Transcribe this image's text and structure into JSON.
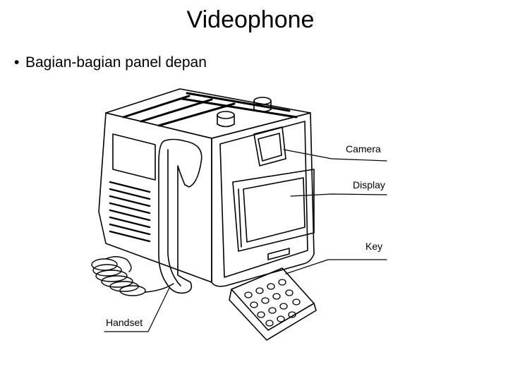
{
  "slide": {
    "title": "Videophone",
    "bullet": "Bagian-bagian panel depan"
  },
  "diagram": {
    "labels": {
      "camera": "Camera",
      "display": "Display",
      "key": "Key",
      "handset": "Handset"
    },
    "line_color": "#000000",
    "background": "#ffffff"
  }
}
